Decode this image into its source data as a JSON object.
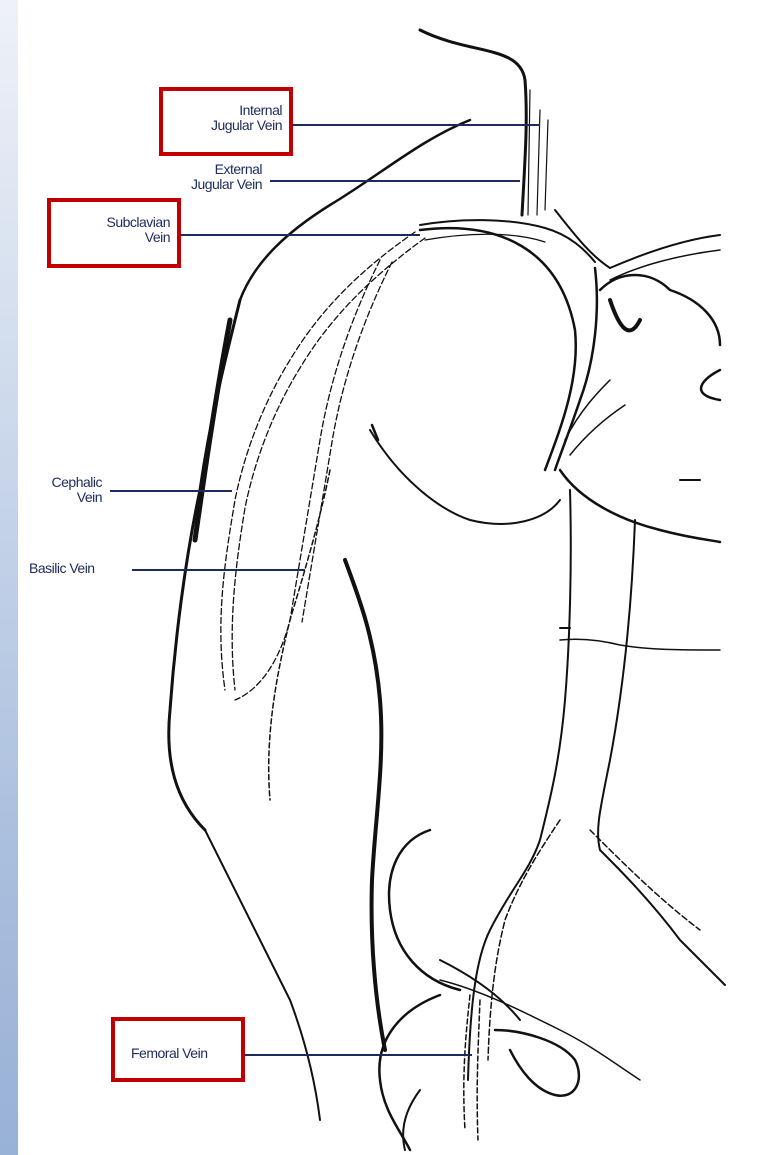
{
  "labels": {
    "internal_jugular": {
      "line1": "Internal",
      "line2": "Jugular Vein",
      "highlighted": true
    },
    "external_jugular": {
      "line1": "External",
      "line2": "Jugular Vein",
      "highlighted": false
    },
    "subclavian": {
      "line1": "Subclavian",
      "line2": "Vein",
      "highlighted": true
    },
    "cephalic": {
      "line1": "Cephalic",
      "line2": "Vein",
      "highlighted": false
    },
    "basilic": {
      "text": "Basilic Vein",
      "highlighted": false
    },
    "femoral": {
      "text": "Femoral Vein",
      "highlighted": true
    }
  },
  "colors": {
    "label_text": "#1c2a5c",
    "leader_line": "#1c2a5c",
    "highlight_box": "#c00000",
    "drawing_ink": "#111111"
  }
}
